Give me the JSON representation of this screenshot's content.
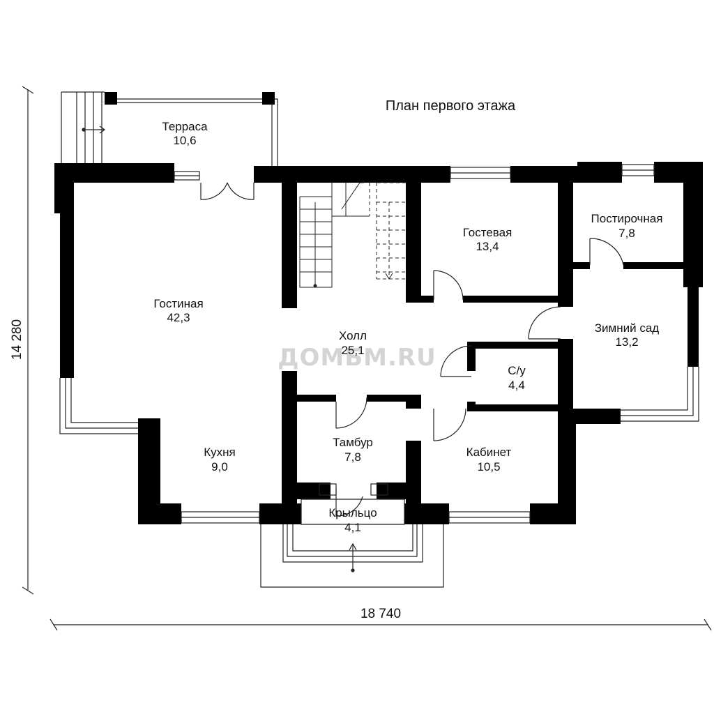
{
  "title": "План первого этажа",
  "watermark": "ДОМБМ.RU",
  "dimensions": {
    "width": "18 740",
    "height": "14 280"
  },
  "rooms": {
    "terrace": {
      "name": "Терраса",
      "area": "10,6"
    },
    "living": {
      "name": "Гостиная",
      "area": "42,3"
    },
    "guest": {
      "name": "Гостевая",
      "area": "13,4"
    },
    "laundry": {
      "name": "Постирочная",
      "area": "7,8"
    },
    "hall": {
      "name": "Холл",
      "area": "25,1"
    },
    "winter": {
      "name": "Зимний сад",
      "area": "13,2"
    },
    "wc": {
      "name": "С/у",
      "area": "4,4"
    },
    "vestibule": {
      "name": "Тамбур",
      "area": "7,8"
    },
    "office": {
      "name": "Кабинет",
      "area": "10,5"
    },
    "kitchen": {
      "name": "Кухня",
      "area": "9,0"
    },
    "porch": {
      "name": "Крыльцо",
      "area": "4,1"
    }
  }
}
